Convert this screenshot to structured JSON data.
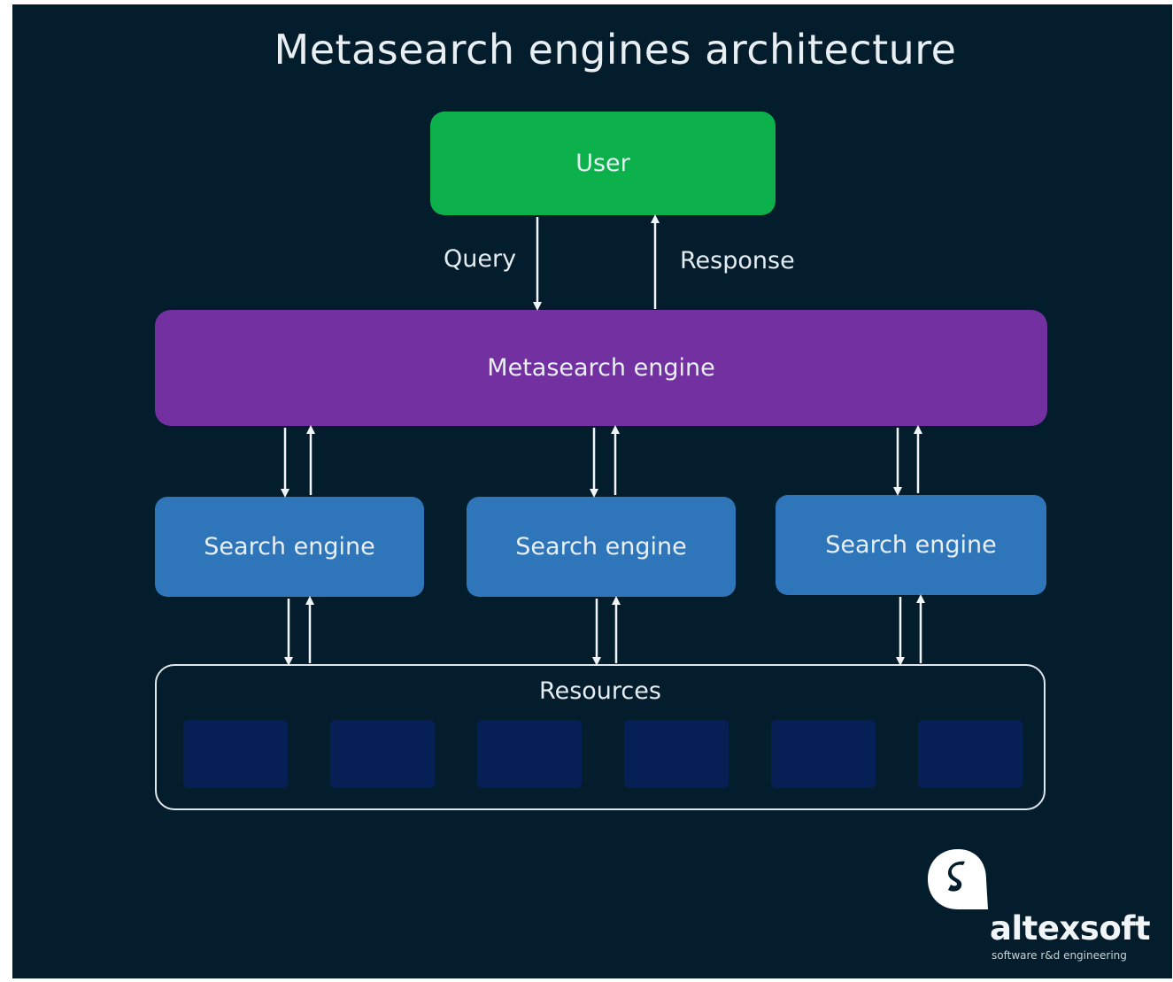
{
  "diagram": {
    "title": "Metasearch engines architecture",
    "nodes": {
      "user": "User",
      "metasearch_engine": "Metasearch engine",
      "search_engines": [
        "Search engine",
        "Search engine",
        "Search engine"
      ],
      "resources": "Resources"
    },
    "flow_labels": {
      "query": "Query",
      "response": "Response"
    },
    "resource_block_count": 6,
    "colors": {
      "background": "#031d2c",
      "user": "#0cb14b",
      "metasearch_engine": "#7330a0",
      "search_engine": "#2f75b9",
      "resource_block": "#061f55",
      "arrows": "#f2f5f7"
    }
  },
  "branding": {
    "name": "altexsoft",
    "tagline": "software r&d engineering"
  }
}
